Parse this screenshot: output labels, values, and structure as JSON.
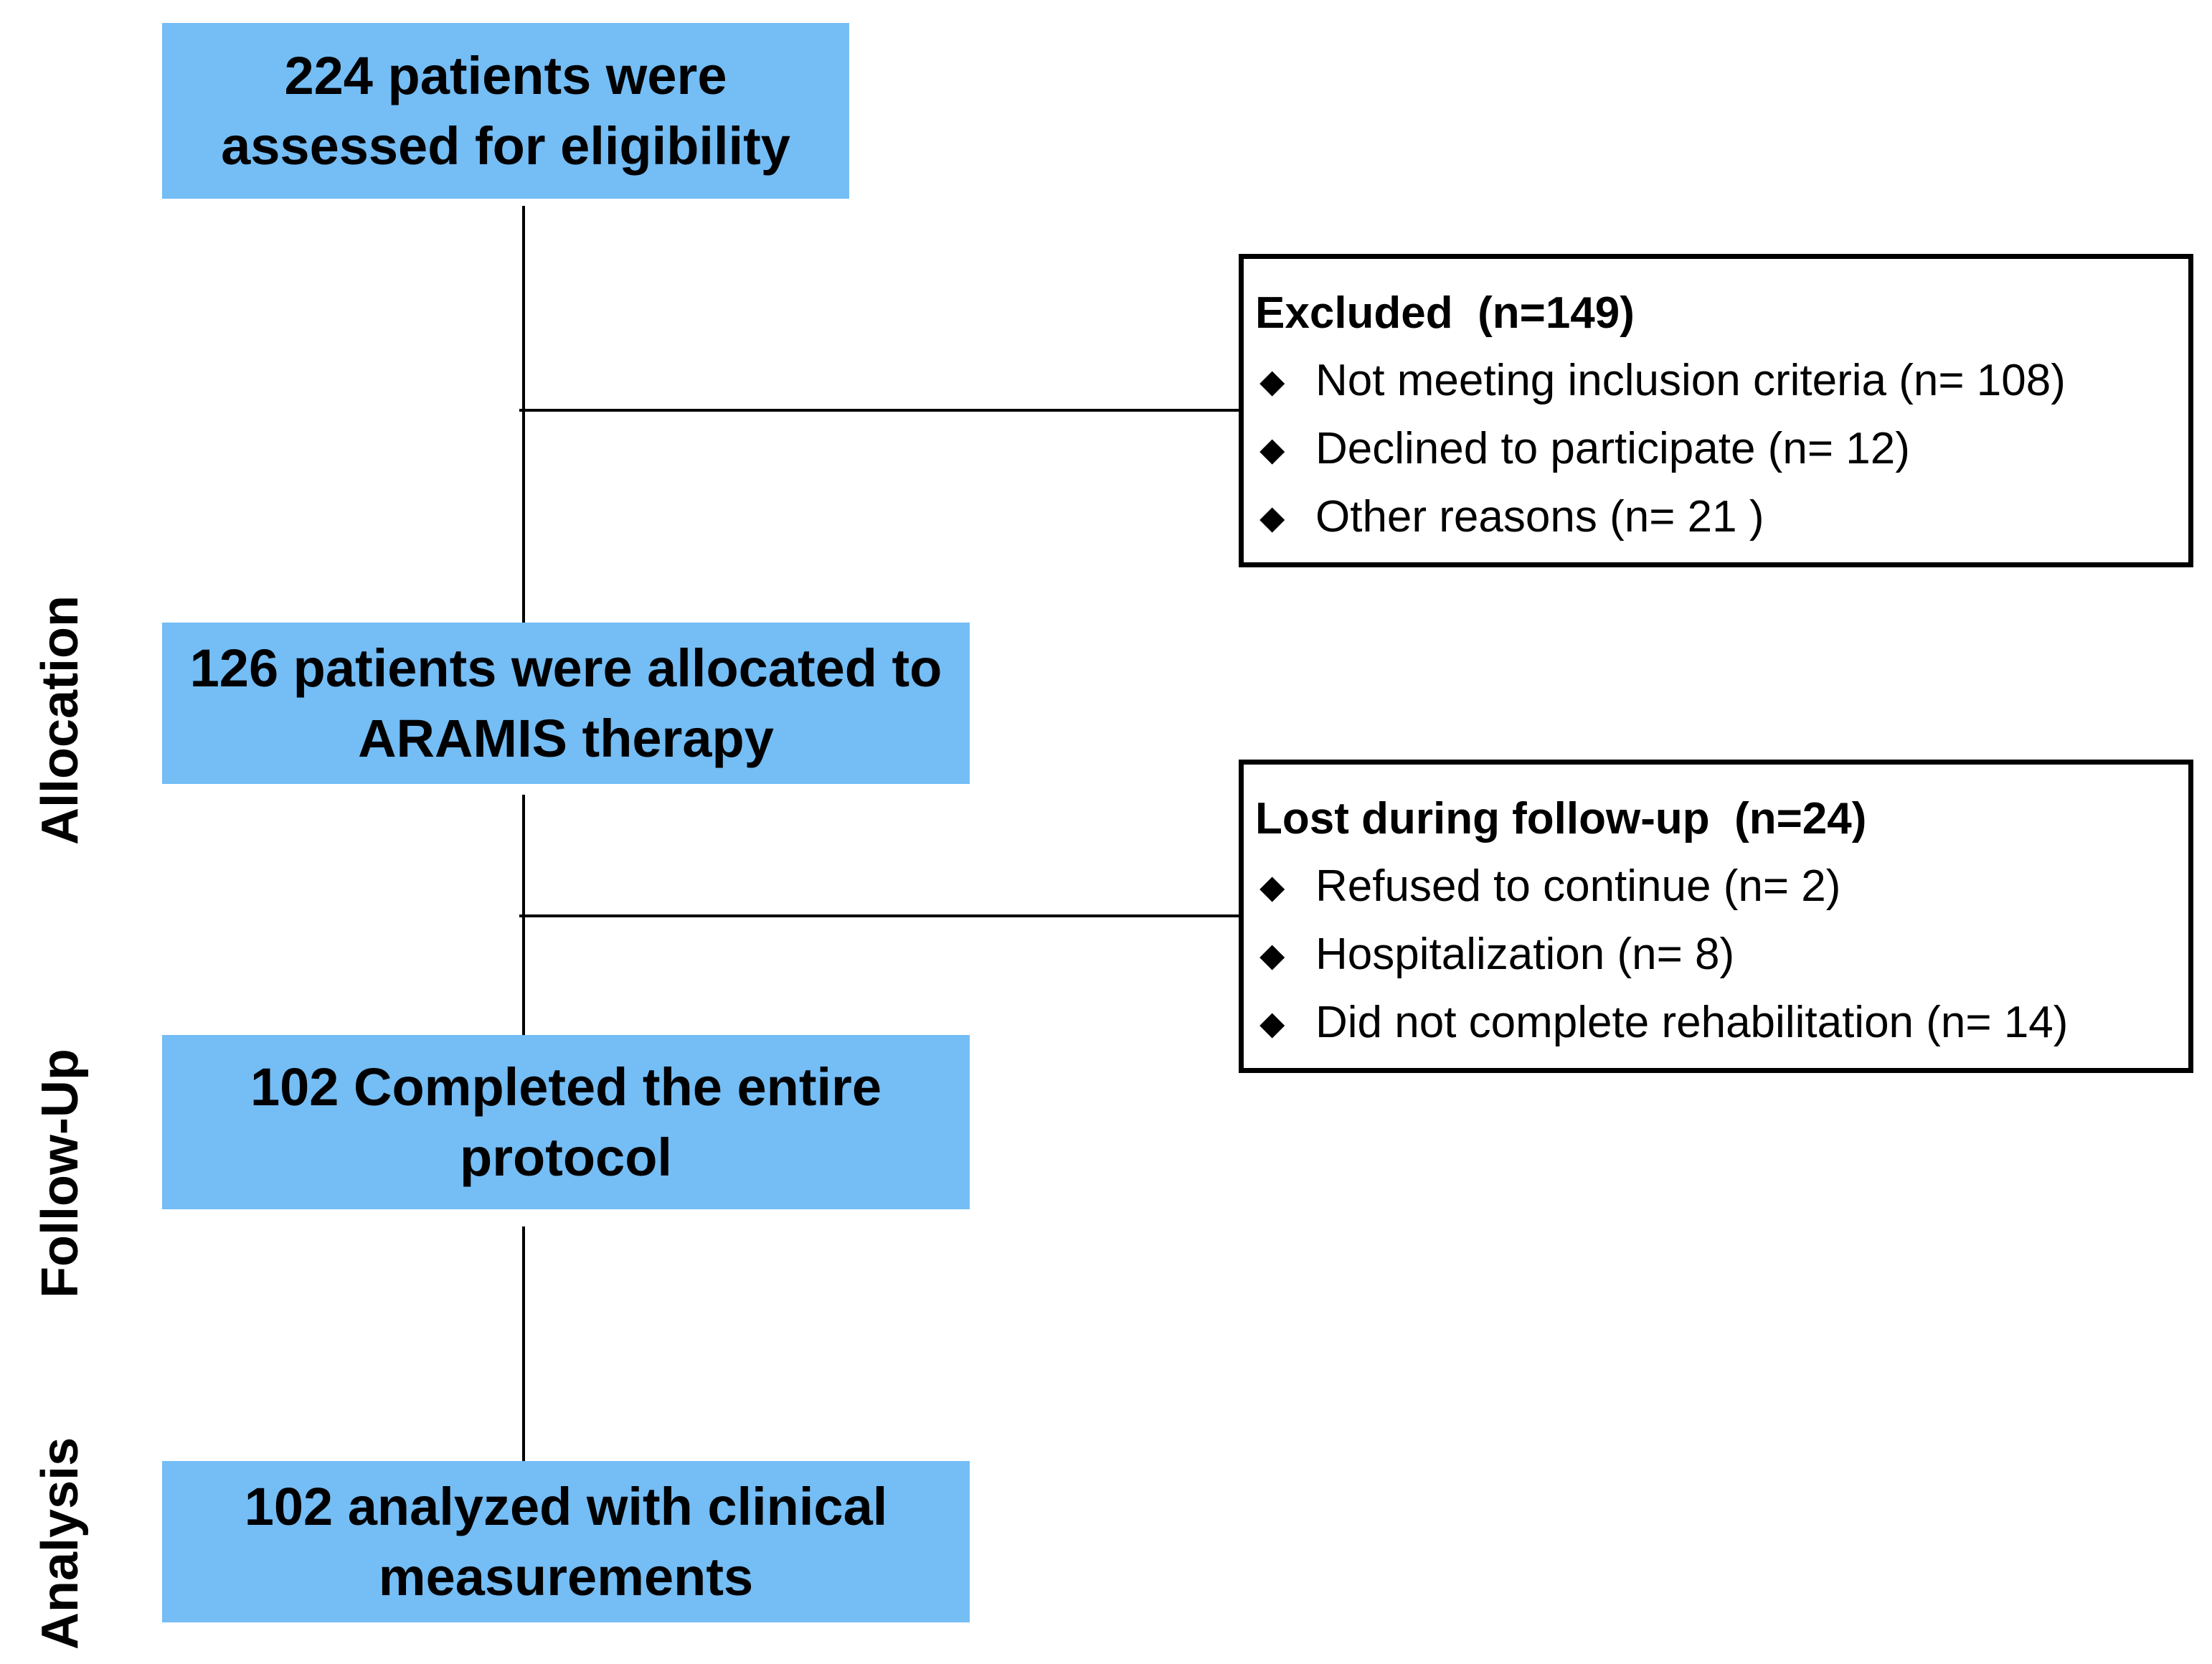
{
  "stages": {
    "allocation": "Allocation",
    "follow_up": "Follow-Up",
    "analysis": "Analysis"
  },
  "boxes": {
    "eligibility": "224 patients were\nassessed for eligibility",
    "allocated": "126 patients were allocated to\nARAMIS therapy",
    "completed": "102 Completed the entire\nprotocol",
    "analyzed": "102 analyzed with clinical\nmeasurements"
  },
  "excluded": {
    "title": "Excluded  (n=149)",
    "items": [
      "Not meeting inclusion criteria (n= 108)",
      "Declined to participate (n= 12)",
      "Other reasons (n= 21 )"
    ]
  },
  "lost_follow_up": {
    "title": "Lost during follow-up  (n=24)",
    "items": [
      "Refused to continue (n= 2)",
      "Hospitalization (n= 8)",
      "Did not complete rehabilitation (n= 14)"
    ]
  },
  "bullet_glyph": "◆",
  "colors": {
    "box_fill": "#74bdf5",
    "line": "#000000"
  }
}
